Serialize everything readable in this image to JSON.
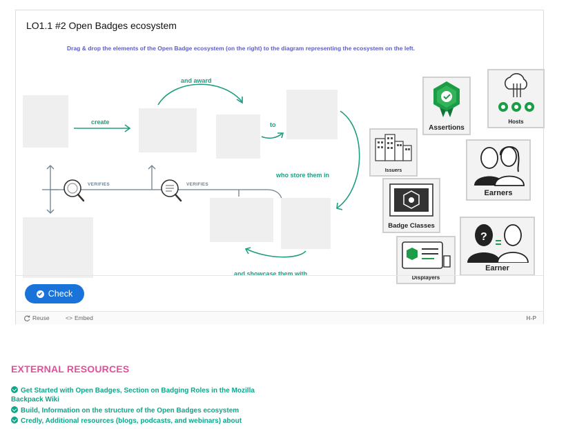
{
  "h5p": {
    "title": "LO1.1 #2 Open Badges ecosystem",
    "instruction": "Drag & drop the elements of the Open Badge ecosystem (on the right) to the diagram representing the ecosystem on the left.",
    "labels": {
      "and_award": "and award",
      "create": "create",
      "to": "to",
      "who_store": "who store them in",
      "showcase": "and showcase them with",
      "verifies": "VERIFIES"
    },
    "draggables": {
      "assertions": "Assertions",
      "hosts": "Hosts",
      "issuers": "Issuers",
      "earners": "Earners",
      "badge_classes": "Badge Classes",
      "displayers": "Displayers",
      "earner": "Earner"
    },
    "check_label": "Check",
    "footer": {
      "reuse": "Reuse",
      "embed": "Embed",
      "logo": "H-P"
    }
  },
  "external": {
    "title": "EXTERNAL RESOURCES",
    "links": [
      "Get Started with Open Badges, Section on Badging Roles in the Mozilla",
      "Backpack Wiki",
      "Build, Information on the structure of the Open Badges ecosystem",
      "Credly, Additional resources (blogs, podcasts, and webinars) about"
    ]
  },
  "colors": {
    "teal": "#1e9d80",
    "check_blue": "#1a73d9",
    "heading_pink": "#e0509b",
    "instruction_purple": "#5b5fc7"
  }
}
